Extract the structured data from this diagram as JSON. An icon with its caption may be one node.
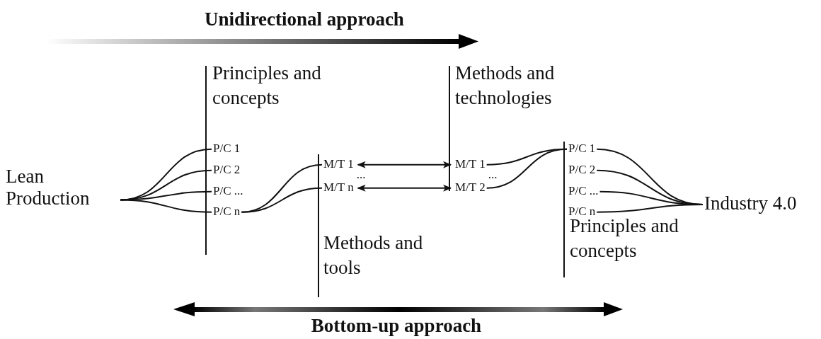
{
  "diagram": {
    "nodes": [
      {
        "text": [
          "Lean Production"
        ]
      },
      {
        "text": [
          "P/C 1"
        ]
      },
      {
        "text": [
          "P/C 2"
        ]
      },
      {
        "text": [
          "P/C ..."
        ]
      },
      {
        "text": [
          "P/C n"
        ]
      },
      {
        "text": [
          "M/T 1"
        ]
      },
      {
        "text": [
          "M/T n"
        ]
      },
      {
        "text": [
          "M/T 1"
        ]
      },
      {
        "text": [
          "M/T 2"
        ]
      },
      {
        "text": [
          "P/C 1"
        ]
      },
      {
        "text": [
          "P/C 2"
        ]
      },
      {
        "text": [
          "P/C ..."
        ]
      },
      {
        "text": [
          "P/C n"
        ]
      },
      {
        "text": [
          "Industry 4.0"
        ]
      }
    ],
    "edges": [
      {
        "from": 0,
        "to": 1,
        "arrow": "none"
      },
      {
        "from": 0,
        "to": 2,
        "arrow": "none"
      },
      {
        "from": 0,
        "to": 3,
        "arrow": "none"
      },
      {
        "from": 0,
        "to": 4,
        "arrow": "none"
      },
      {
        "from": 4,
        "to": 5,
        "arrow": "none"
      },
      {
        "from": 4,
        "to": 6,
        "arrow": "none"
      },
      {
        "from": 5,
        "to": 7,
        "arrow": "both"
      },
      {
        "from": 6,
        "to": 8,
        "arrow": "both"
      },
      {
        "from": 7,
        "to": 9,
        "arrow": "none"
      },
      {
        "from": 8,
        "to": 9,
        "arrow": "none"
      },
      {
        "from": 9,
        "to": 13,
        "arrow": "none"
      },
      {
        "from": 10,
        "to": 13,
        "arrow": "none"
      },
      {
        "from": 11,
        "to": 13,
        "arrow": "none"
      },
      {
        "from": 12,
        "to": 13,
        "arrow": "none"
      }
    ],
    "labels": [
      "Unidirectional approach",
      "Principles and concepts",
      "Methods and technologies",
      "...",
      "...",
      "Methods and tools",
      "Principles and concepts",
      "Bottom-up approach"
    ]
  }
}
